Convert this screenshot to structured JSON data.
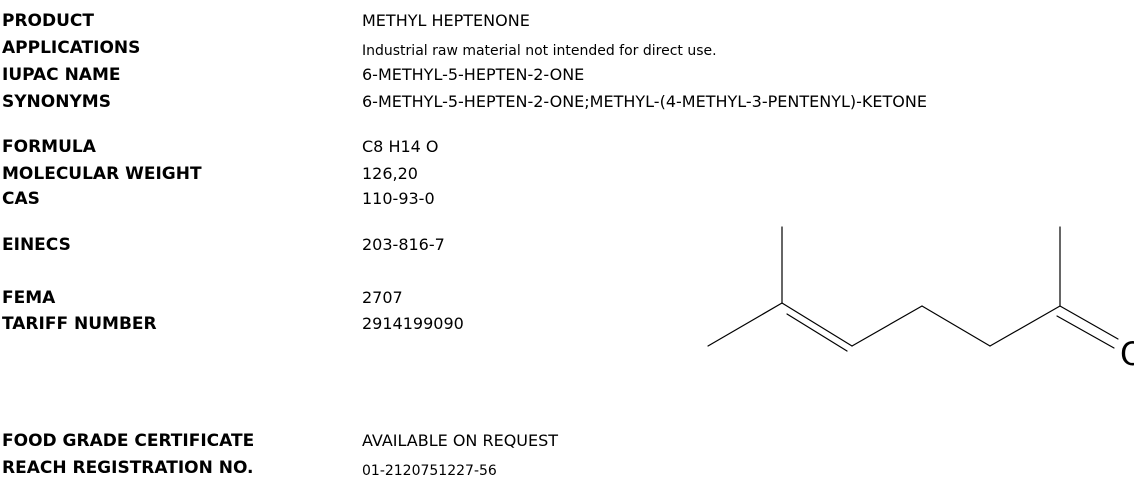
{
  "rows": [
    {
      "label": "PRODUCT",
      "value": "METHYL HEPTENONE"
    },
    {
      "label": "APPLICATIONS",
      "value": "Industrial raw material not intended for direct use."
    },
    {
      "label": "IUPAC NAME",
      "value": "6-METHYL-5-HEPTEN-2-ONE"
    },
    {
      "label": "SYNONYMS",
      "value": "6-METHYL-5-HEPTEN-2-ONE;METHYL-(4-METHYL-3-PENTENYL)-KETONE"
    },
    {
      "label": "FORMULA",
      "value": "C8 H14 O"
    },
    {
      "label": "MOLECULAR WEIGHT",
      "value": "126,20"
    },
    {
      "label": "CAS",
      "value": "110-93-0"
    },
    {
      "label": "EINECS",
      "value": "203-816-7"
    },
    {
      "label": "FEMA",
      "value": "2707"
    },
    {
      "label": "TARIFF NUMBER",
      "value": "2914199090"
    },
    {
      "label": "FOOD GRADE CERTIFICATE",
      "value": "AVAILABLE ON REQUEST"
    },
    {
      "label": "REACH REGISTRATION NO.",
      "value": "01-2120751227-56"
    }
  ],
  "structure": {
    "atom_label": "O"
  }
}
